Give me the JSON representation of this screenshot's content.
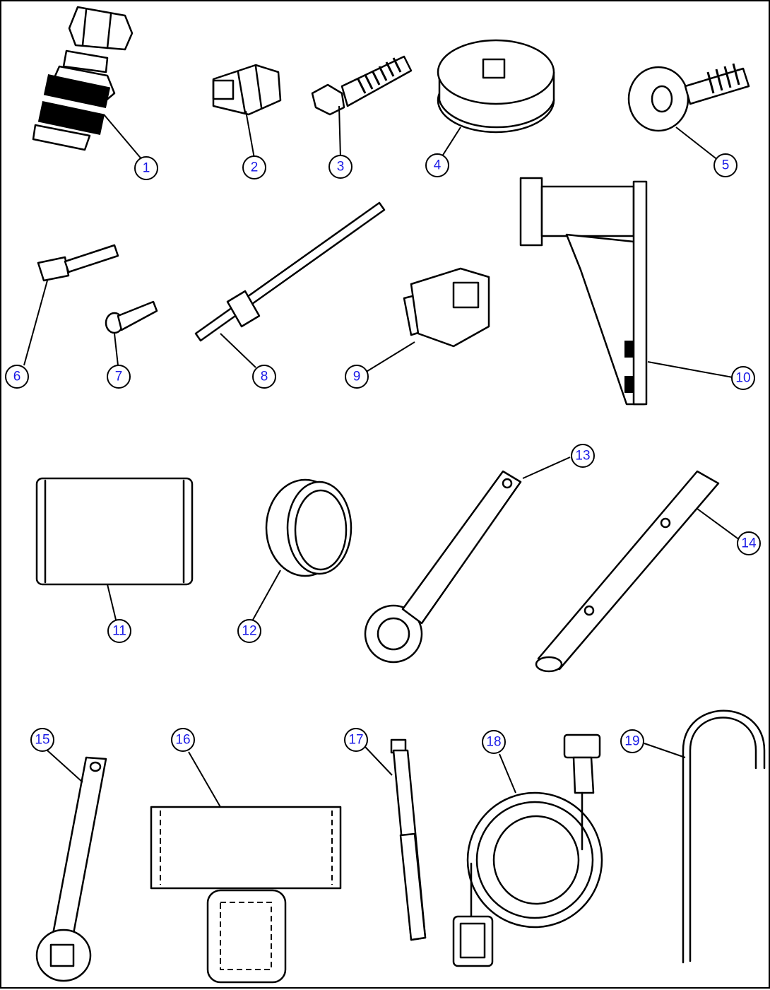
{
  "callouts": [
    {
      "id": 1,
      "label": "1"
    },
    {
      "id": 2,
      "label": "2"
    },
    {
      "id": 3,
      "label": "3"
    },
    {
      "id": 4,
      "label": "4"
    },
    {
      "id": 5,
      "label": "5"
    },
    {
      "id": 6,
      "label": "6"
    },
    {
      "id": 7,
      "label": "7"
    },
    {
      "id": 8,
      "label": "8"
    },
    {
      "id": 9,
      "label": "9"
    },
    {
      "id": 10,
      "label": "10"
    },
    {
      "id": 11,
      "label": "11"
    },
    {
      "id": 12,
      "label": "12"
    },
    {
      "id": 13,
      "label": "13"
    },
    {
      "id": 14,
      "label": "14"
    },
    {
      "id": 15,
      "label": "15"
    },
    {
      "id": 16,
      "label": "16"
    },
    {
      "id": 17,
      "label": "17"
    },
    {
      "id": 18,
      "label": "18"
    },
    {
      "id": 19,
      "label": "19"
    }
  ],
  "colors": {
    "callout_text": "#1a1ae6",
    "line": "#000000",
    "background": "#ffffff"
  }
}
